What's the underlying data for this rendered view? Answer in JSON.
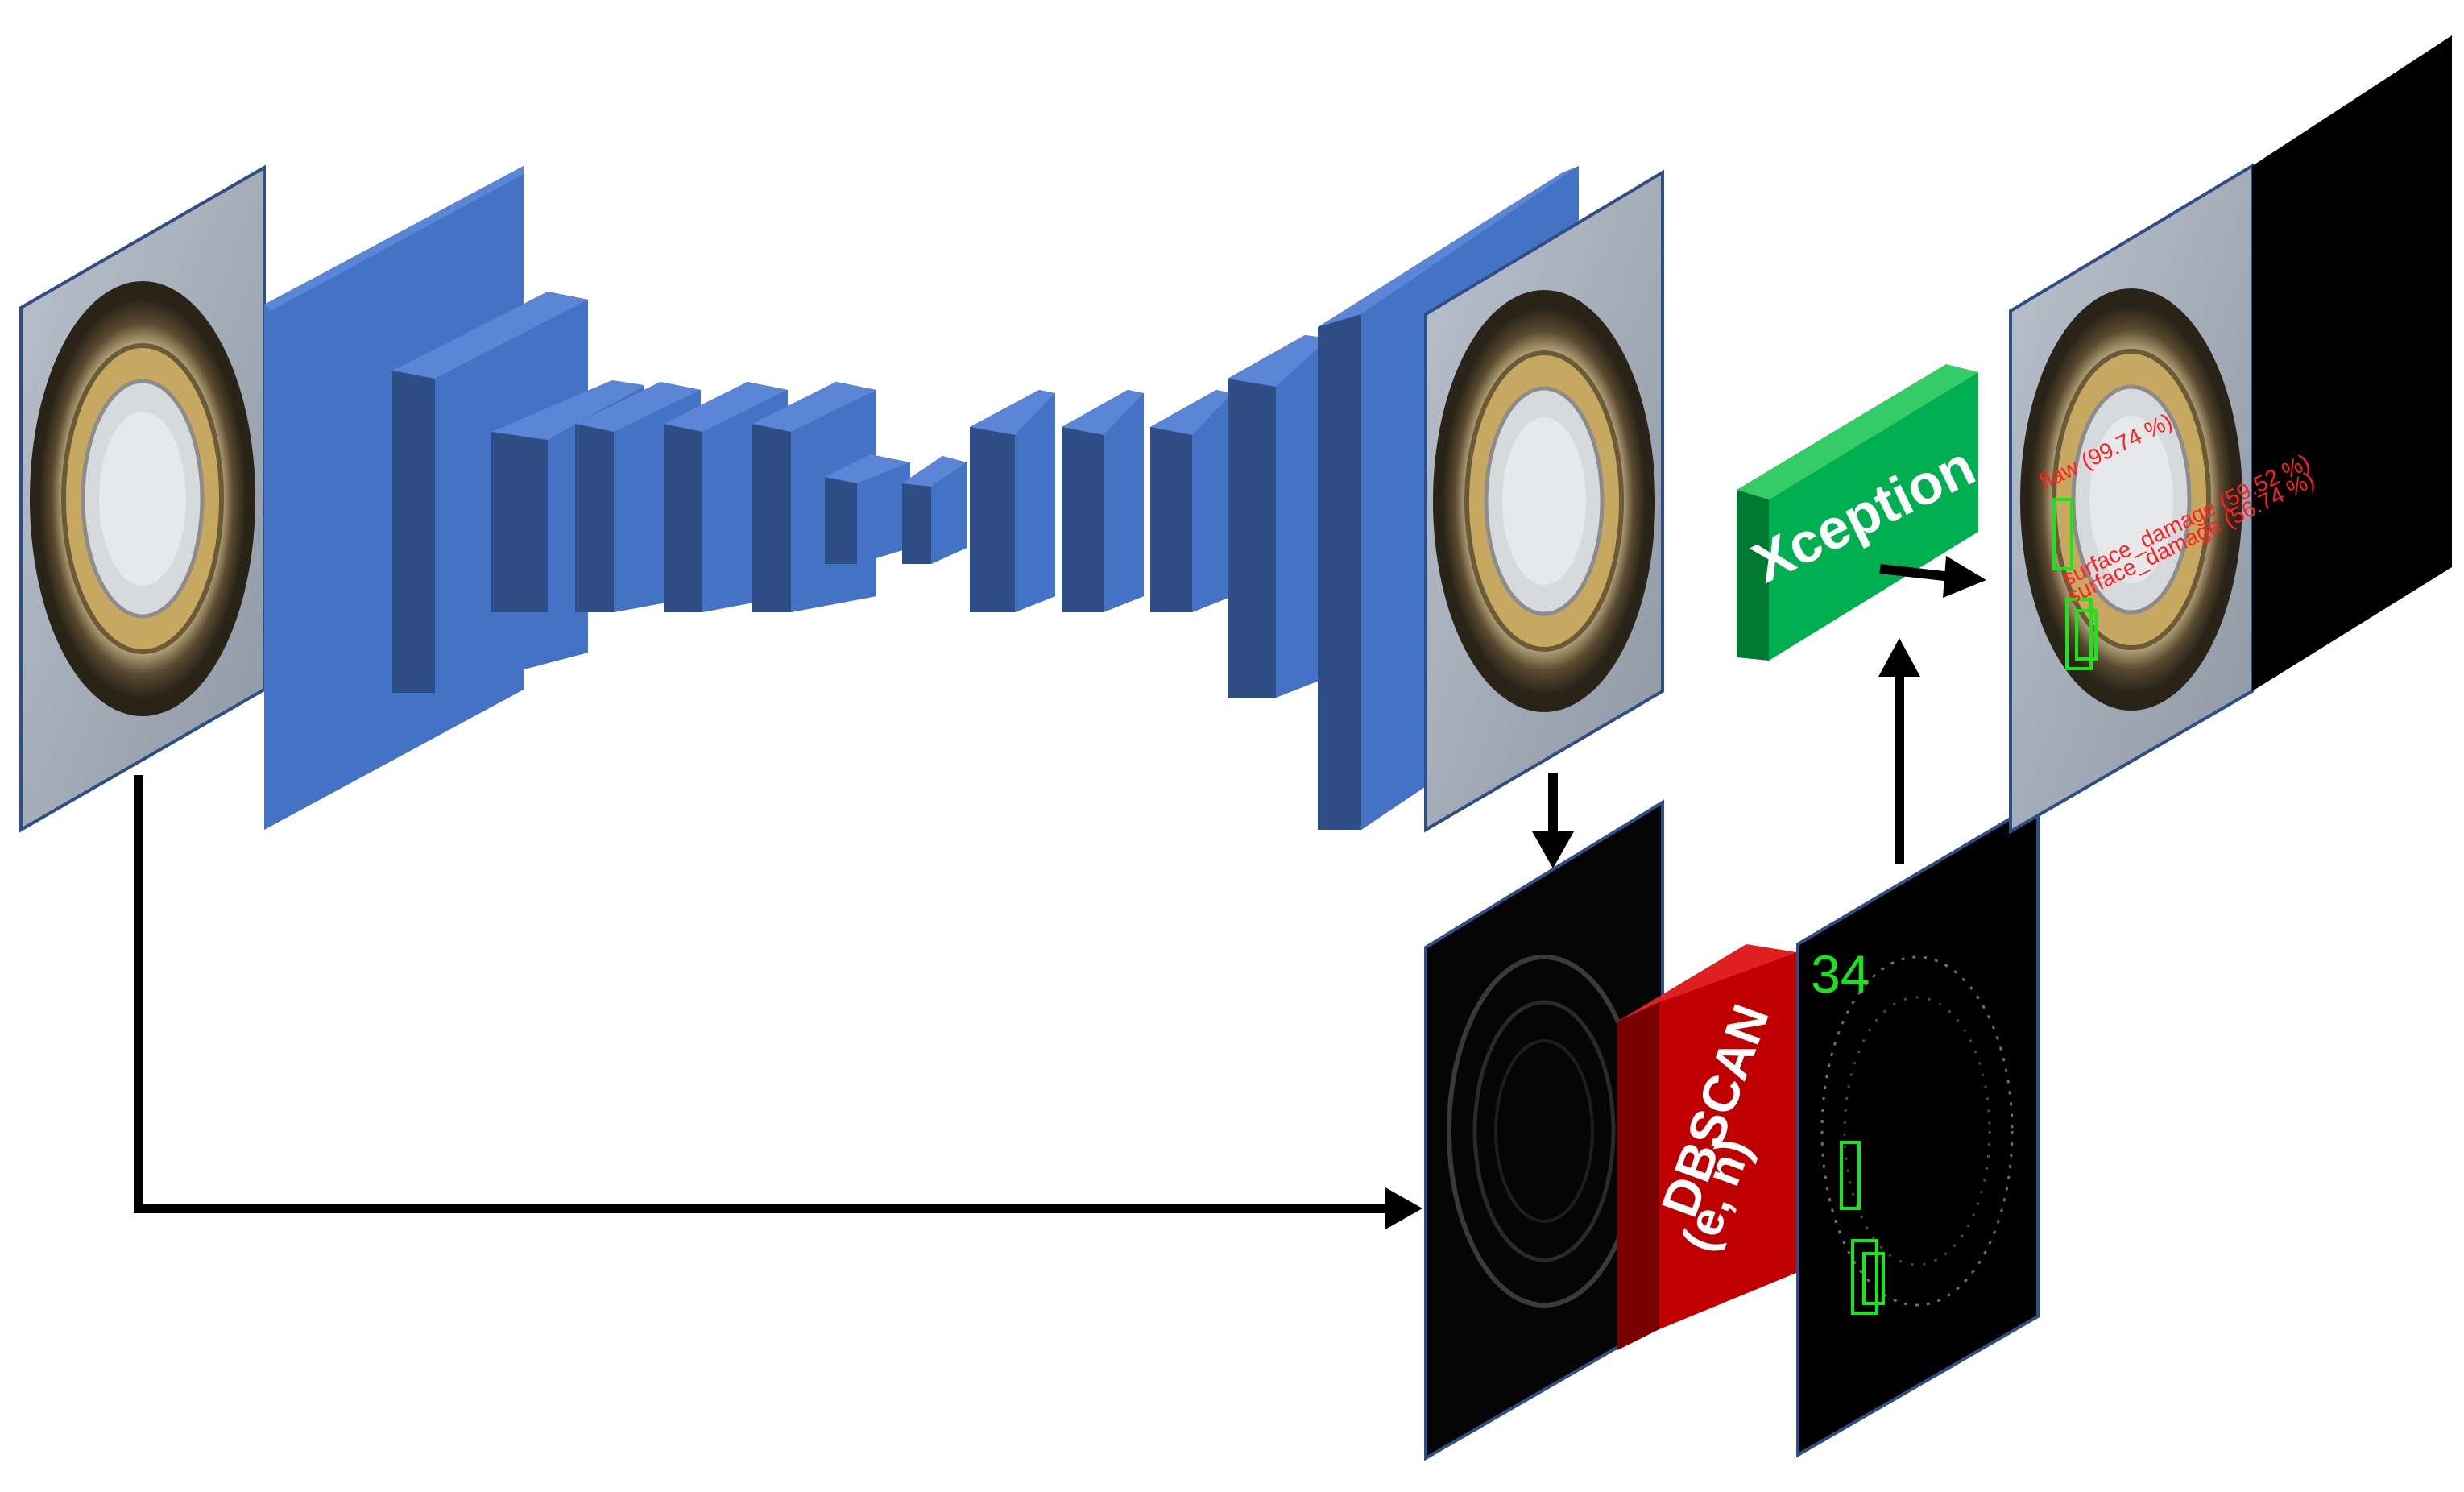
{
  "blocks": {
    "dbscan": {
      "line1": "DBSCAN",
      "line2": "(e, n)",
      "color": "#c00000"
    },
    "xception": {
      "label": "Xception",
      "color": "#00b050"
    }
  },
  "cluster_panel": {
    "count_label": "34"
  },
  "result_panel": {
    "detections": [
      {
        "label": "flaw (99.74 %)"
      },
      {
        "label": "surface_damage (59.52 %)"
      },
      {
        "label": "surface_damage (56.74 %)"
      }
    ]
  },
  "colors": {
    "layer_front": "#4472c4",
    "layer_side": "#2f4e85",
    "layer_top": "#5b85d6",
    "detection_box": "#19e619",
    "detection_text": "#ff2020"
  }
}
